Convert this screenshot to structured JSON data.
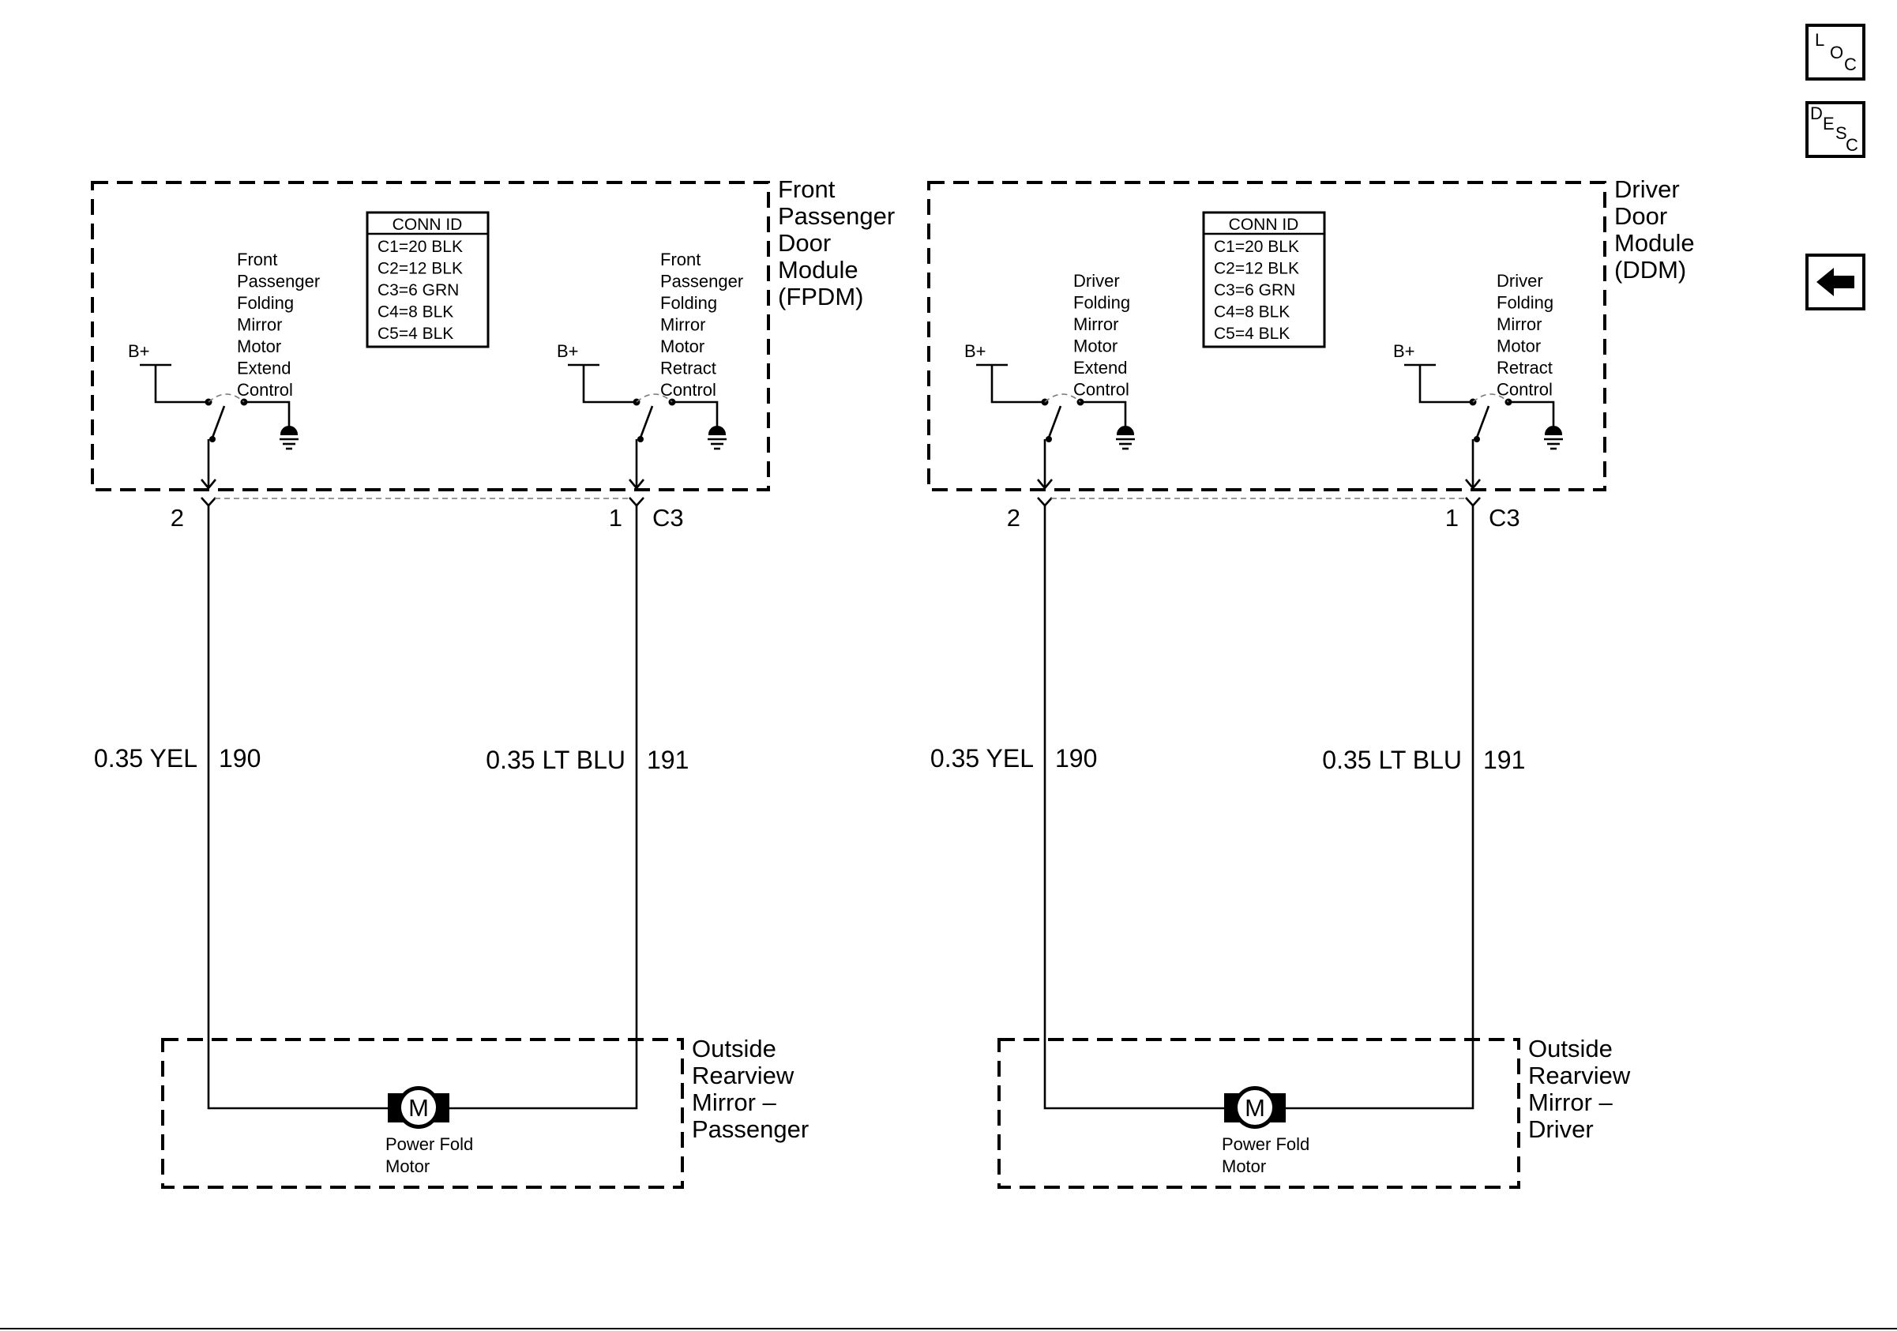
{
  "nav": {
    "loc": [
      "L",
      "O",
      "C"
    ],
    "desc": [
      "D",
      "E",
      "S",
      "C"
    ],
    "back_icon": "left-arrow-icon"
  },
  "conn_id": {
    "title": "CONN ID",
    "rows": [
      "C1=20 BLK",
      "C2=12 BLK",
      "C3=6 GRN",
      "C4=8 BLK",
      "C5=4 BLK"
    ]
  },
  "modules": [
    {
      "name": [
        "Front",
        "Passenger",
        "Door",
        "Module",
        "(FPDM)"
      ],
      "supply": "B+",
      "extend_label": [
        "Front",
        "Passenger",
        "Folding",
        "Mirror",
        "Motor",
        "Extend",
        "Control"
      ],
      "retract_label": [
        "Front",
        "Passenger",
        "Folding",
        "Mirror",
        "Motor",
        "Retract",
        "Control"
      ],
      "pin_left": "2",
      "pin_right": "1",
      "connector": "C3",
      "wire_left": {
        "gauge_color": "0.35 YEL",
        "circuit": "190"
      },
      "wire_right": {
        "gauge_color": "0.35 LT BLU",
        "circuit": "191"
      },
      "mirror_name": [
        "Outside",
        "Rearview",
        "Mirror –",
        "Passenger"
      ],
      "motor_symbol": "M",
      "motor_label": [
        "Power Fold",
        "Motor"
      ]
    },
    {
      "name": [
        "Driver",
        "Door",
        "Module",
        "(DDM)"
      ],
      "supply": "B+",
      "extend_label": [
        "Driver",
        "Folding",
        "Mirror",
        "Motor",
        "Extend",
        "Control"
      ],
      "retract_label": [
        "Driver",
        "Folding",
        "Mirror",
        "Motor",
        "Retract",
        "Control"
      ],
      "pin_left": "2",
      "pin_right": "1",
      "connector": "C3",
      "wire_left": {
        "gauge_color": "0.35 YEL",
        "circuit": "190"
      },
      "wire_right": {
        "gauge_color": "0.35 LT BLU",
        "circuit": "191"
      },
      "mirror_name": [
        "Outside",
        "Rearview",
        "Mirror –",
        "Driver"
      ],
      "motor_symbol": "M",
      "motor_label": [
        "Power Fold",
        "Motor"
      ]
    }
  ]
}
